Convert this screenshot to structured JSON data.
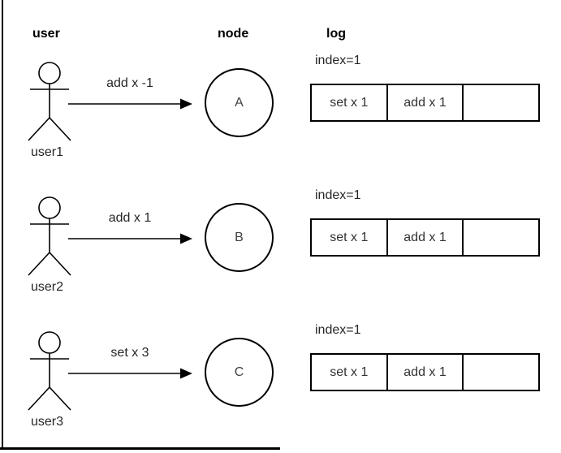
{
  "headers": {
    "user": "user",
    "node": "node",
    "log": "log"
  },
  "rows": [
    {
      "user": "user1",
      "message": "add x -1",
      "node": "A",
      "log": {
        "index_label": "index=1",
        "cells": [
          "set x 1",
          "add x 1",
          ""
        ]
      }
    },
    {
      "user": "user2",
      "message": "add x 1",
      "node": "B",
      "log": {
        "index_label": "index=1",
        "cells": [
          "set x 1",
          "add x 1",
          ""
        ]
      }
    },
    {
      "user": "user3",
      "message": "set x 3",
      "node": "C",
      "log": {
        "index_label": "index=1",
        "cells": [
          "set x 1",
          "add x 1",
          ""
        ]
      }
    }
  ],
  "colors": {
    "stroke": "#000000",
    "text": "#262626",
    "background": "#ffffff"
  }
}
